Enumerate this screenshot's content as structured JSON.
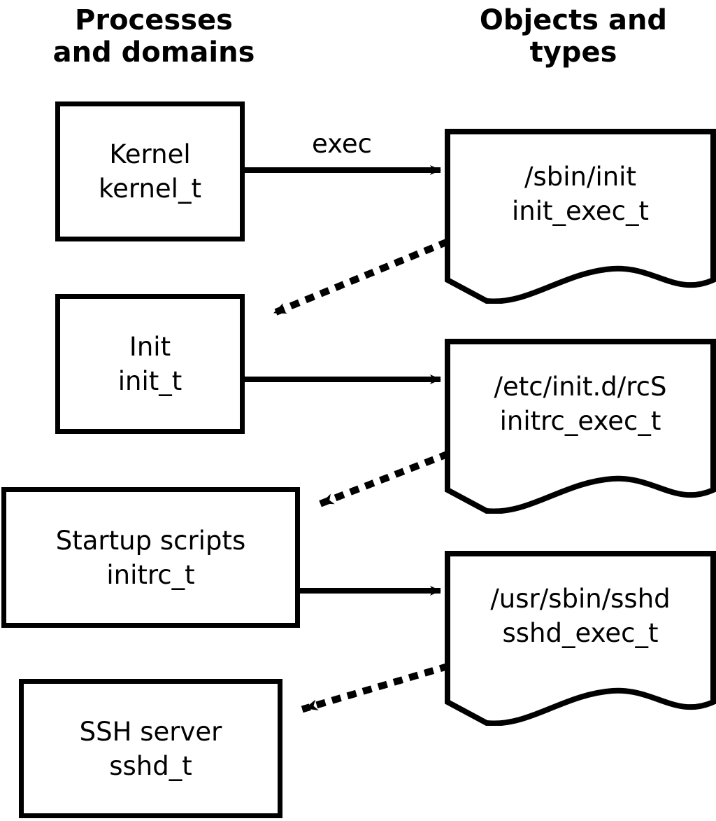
{
  "diagram": {
    "title": "SELinux process domains and object types transition diagram",
    "background_color": "#ffffff",
    "stroke_color": "#000000",
    "headers": {
      "left": "Processes\nand domains",
      "right": "Objects and\ntypes"
    },
    "process_boxes": [
      {
        "name": "kernel",
        "line1": "Kernel",
        "line2": "kernel_t"
      },
      {
        "name": "init",
        "line1": "Init",
        "line2": "init_t"
      },
      {
        "name": "initrc",
        "line1": "Startup scripts",
        "line2": "initrc_t"
      },
      {
        "name": "sshd",
        "line1": "SSH server",
        "line2": "sshd_t"
      }
    ],
    "object_docs": [
      {
        "name": "init-exec",
        "line1": "/sbin/init",
        "line2": "init_exec_t"
      },
      {
        "name": "initrc-exec",
        "line1": "/etc/init.d/rcS",
        "line2": "initrc_exec_t"
      },
      {
        "name": "sshd-exec",
        "line1": "/usr/sbin/sshd",
        "line2": "sshd_exec_t"
      }
    ],
    "edges": [
      {
        "name": "kernel-exec-init",
        "style": "solid",
        "label": "exec",
        "from": "kernel",
        "to": "init-exec"
      },
      {
        "name": "init-exec-to-init",
        "style": "dotted",
        "label": "",
        "from": "init-exec",
        "to": "init"
      },
      {
        "name": "init-exec-initrc",
        "style": "solid",
        "label": "",
        "from": "init",
        "to": "initrc-exec"
      },
      {
        "name": "initrc-exec-to-initrc",
        "style": "dotted",
        "label": "",
        "from": "initrc-exec",
        "to": "initrc"
      },
      {
        "name": "initrc-exec-sshd",
        "style": "solid",
        "label": "",
        "from": "initrc",
        "to": "sshd-exec"
      },
      {
        "name": "sshd-exec-to-sshd",
        "style": "dotted",
        "label": "",
        "from": "sshd-exec",
        "to": "sshd"
      }
    ]
  }
}
